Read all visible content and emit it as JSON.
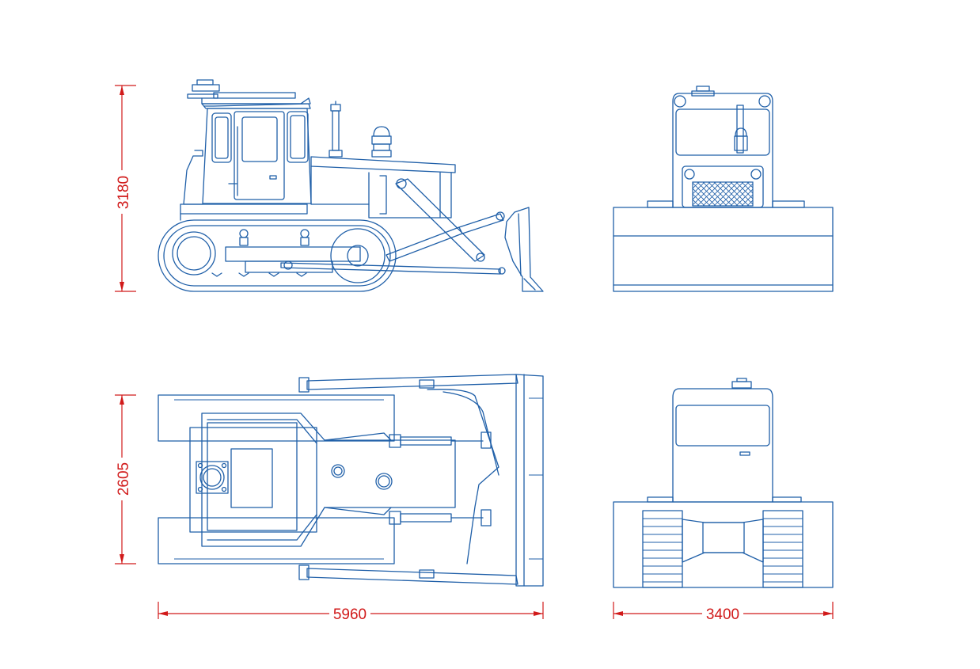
{
  "dimensions": {
    "height": "3180",
    "width": "2605",
    "length": "5960",
    "track_width": "3400"
  },
  "colors": {
    "line": "#1f5fa8",
    "dimension": "#d11a1a",
    "background": "#ffffff"
  }
}
